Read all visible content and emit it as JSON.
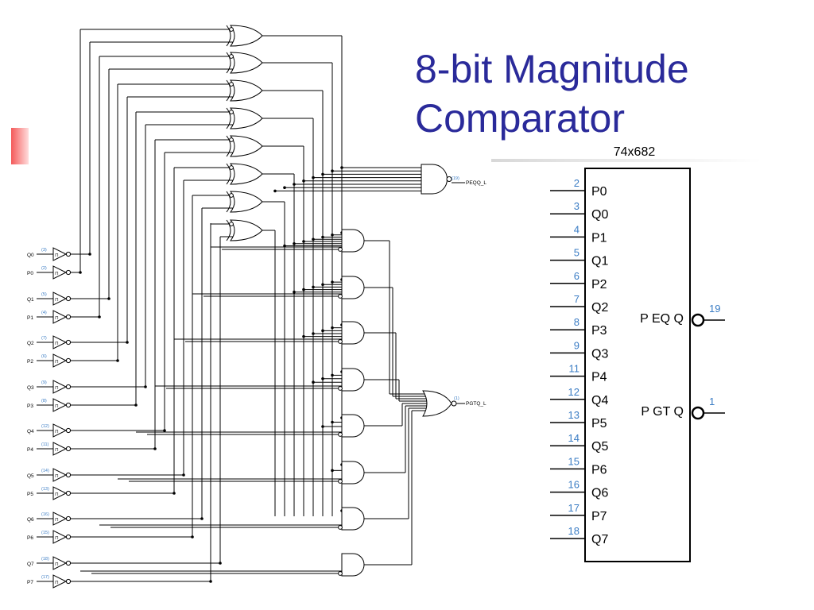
{
  "slide": {
    "title_line1": "8-bit Magnitude",
    "title_line2": "Comparator"
  },
  "schematic": {
    "inputs": [
      {
        "label": "Q0",
        "pin": "(3)"
      },
      {
        "label": "P0",
        "pin": "(2)"
      },
      {
        "label": "Q1",
        "pin": "(5)"
      },
      {
        "label": "P1",
        "pin": "(4)"
      },
      {
        "label": "Q2",
        "pin": "(7)"
      },
      {
        "label": "P2",
        "pin": "(6)"
      },
      {
        "label": "Q3",
        "pin": "(9)"
      },
      {
        "label": "P3",
        "pin": "(8)"
      },
      {
        "label": "Q4",
        "pin": "(12)"
      },
      {
        "label": "P4",
        "pin": "(11)"
      },
      {
        "label": "Q5",
        "pin": "(14)"
      },
      {
        "label": "P5",
        "pin": "(13)"
      },
      {
        "label": "Q6",
        "pin": "(16)"
      },
      {
        "label": "P6",
        "pin": "(15)"
      },
      {
        "label": "Q7",
        "pin": "(18)"
      },
      {
        "label": "P7",
        "pin": "(17)"
      }
    ],
    "buffer_symbol": "⊓",
    "outputs": [
      {
        "label": "PEQQ_L",
        "pin": "(19)"
      },
      {
        "label": "PGTQ_L",
        "pin": "(1)"
      }
    ]
  },
  "chip": {
    "name": "74x682",
    "pins": [
      {
        "num": "2",
        "label": "P0"
      },
      {
        "num": "3",
        "label": "Q0"
      },
      {
        "num": "4",
        "label": "P1"
      },
      {
        "num": "5",
        "label": "Q1"
      },
      {
        "num": "6",
        "label": "P2"
      },
      {
        "num": "7",
        "label": "Q2"
      },
      {
        "num": "8",
        "label": "P3"
      },
      {
        "num": "9",
        "label": "Q3"
      },
      {
        "num": "11",
        "label": "P4"
      },
      {
        "num": "12",
        "label": "Q4"
      },
      {
        "num": "13",
        "label": "P5"
      },
      {
        "num": "14",
        "label": "Q5"
      },
      {
        "num": "15",
        "label": "P6"
      },
      {
        "num": "16",
        "label": "Q6"
      },
      {
        "num": "17",
        "label": "P7"
      },
      {
        "num": "18",
        "label": "Q7"
      }
    ],
    "outputs": [
      {
        "num": "19",
        "label": "P EQ Q"
      },
      {
        "num": "1",
        "label": "P GT Q"
      }
    ]
  },
  "colors": {
    "title": "#2a2a9a",
    "pin_number": "#3a7cc4",
    "wire": "#000000",
    "accent": "#f45a5a"
  }
}
